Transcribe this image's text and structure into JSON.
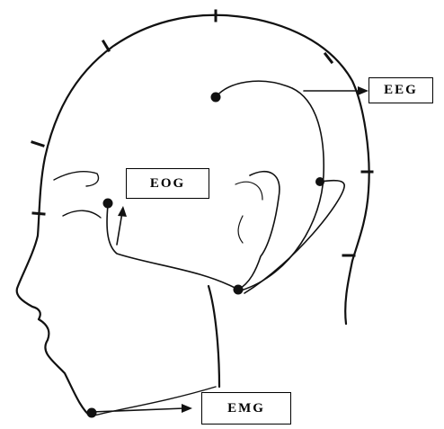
{
  "labels": {
    "eeg": "EEG",
    "eog": "EOG",
    "emg": "EMG"
  },
  "colors": {
    "line": "#000000",
    "background": "#ffffff"
  }
}
